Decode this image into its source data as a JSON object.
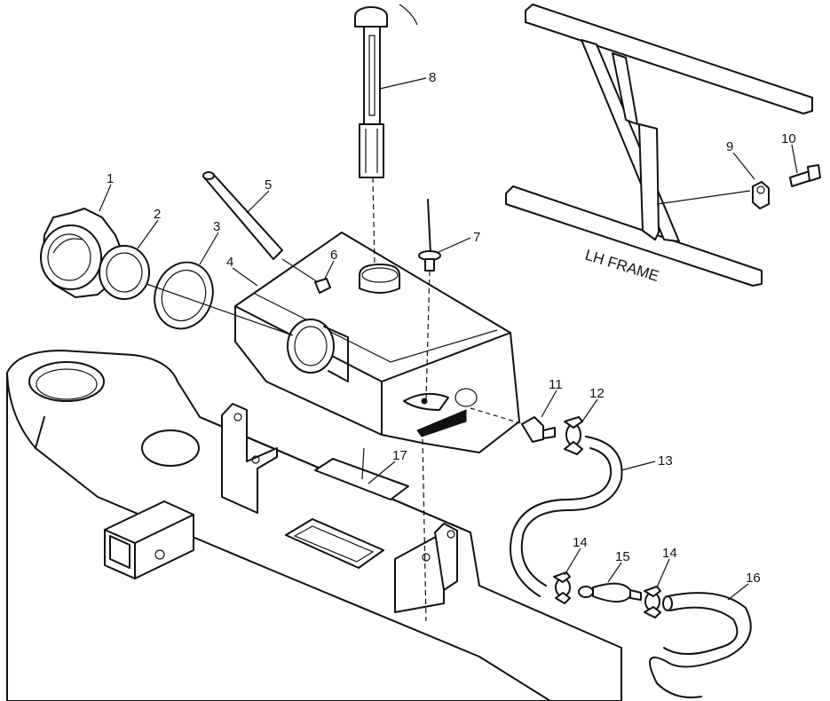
{
  "diagram": {
    "frame_label": "LH FRAME",
    "callouts": [
      "1",
      "2",
      "3",
      "4",
      "5",
      "6",
      "7",
      "8",
      "9",
      "10",
      "11",
      "12",
      "13",
      "14",
      "15",
      "14",
      "16",
      "17"
    ]
  }
}
